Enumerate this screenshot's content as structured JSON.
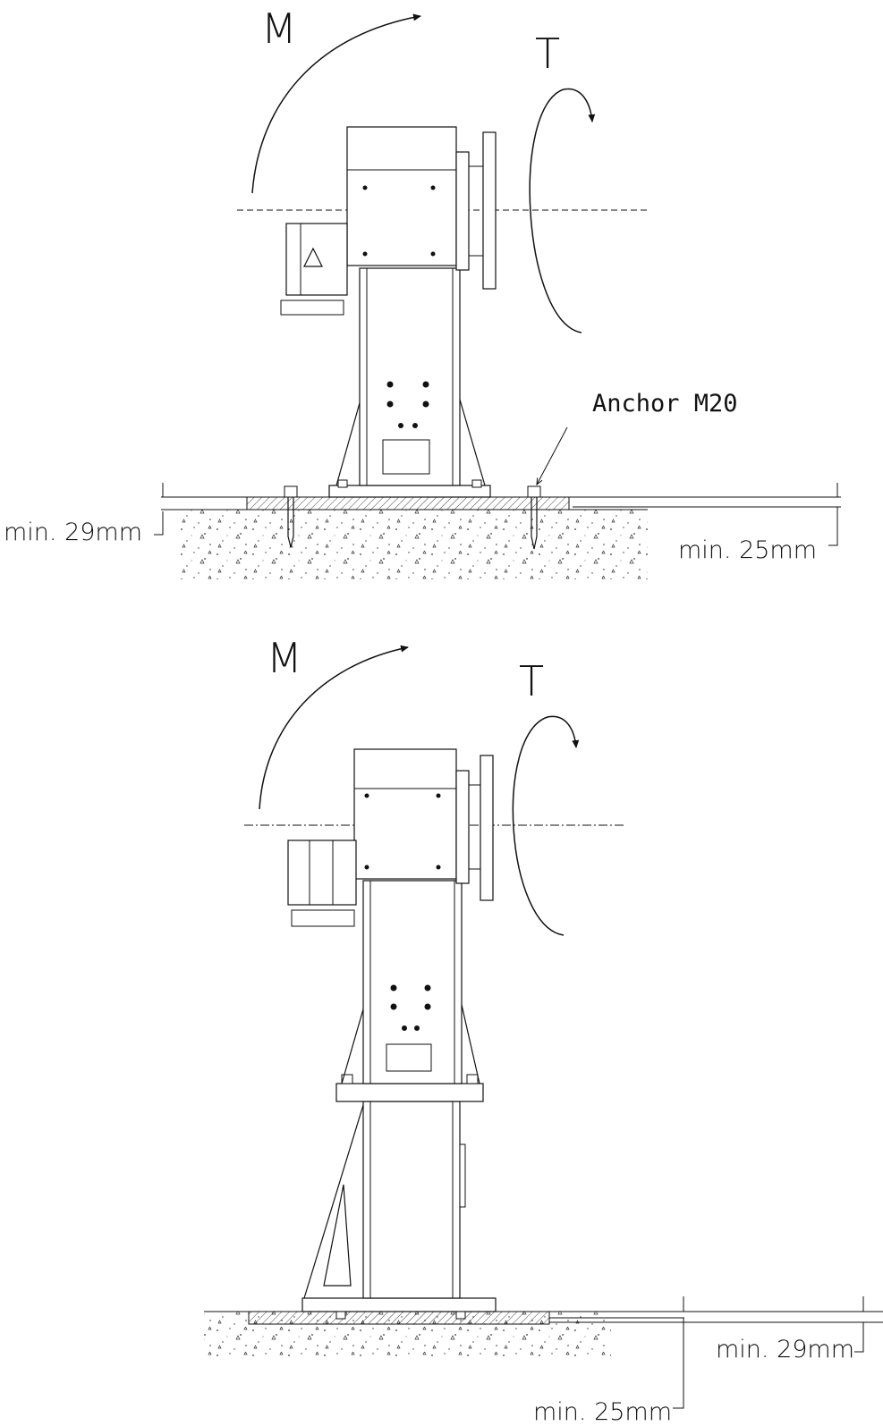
{
  "top_view": {
    "moment_label": "M",
    "torque_label": "T",
    "anchor_label": "Anchor M20",
    "dim_left": "min. 29mm",
    "dim_right": "min. 25mm"
  },
  "bottom_view": {
    "moment_label": "M",
    "torque_label": "T",
    "dim_right": "min. 29mm",
    "dim_bottom": "min. 25mm"
  }
}
